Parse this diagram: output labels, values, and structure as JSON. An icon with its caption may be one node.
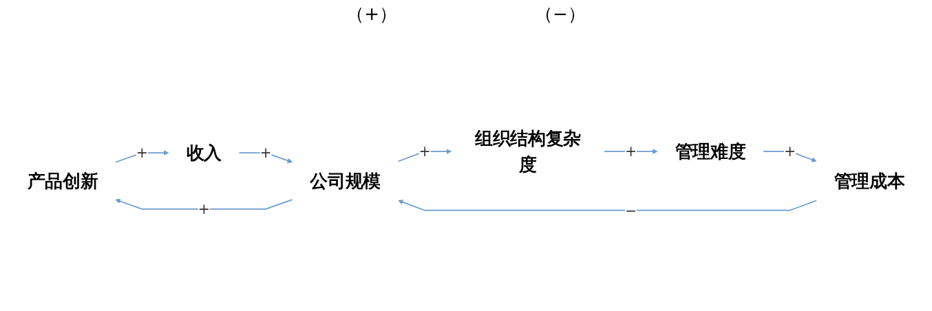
{
  "diagram": {
    "nodes": [
      {
        "text": [
          "产品创新"
        ]
      },
      {
        "text": [
          "收入"
        ]
      },
      {
        "text": [
          "公司规模"
        ]
      },
      {
        "text": [
          "组织结构复杂度"
        ]
      },
      {
        "text": [
          "管理难度"
        ]
      },
      {
        "text": [
          "管理成本"
        ]
      }
    ],
    "edges": [
      {
        "from": 0,
        "to": 1,
        "arrow": "to",
        "label": "+"
      },
      {
        "from": 1,
        "to": 2,
        "arrow": "to",
        "label": "+"
      },
      {
        "from": 2,
        "to": 0,
        "arrow": "to",
        "label": "+"
      },
      {
        "from": 2,
        "to": 3,
        "arrow": "to",
        "label": "+"
      },
      {
        "from": 3,
        "to": 4,
        "arrow": "to",
        "label": "+"
      },
      {
        "from": 4,
        "to": 5,
        "arrow": "to",
        "label": "+"
      },
      {
        "from": 5,
        "to": 2,
        "arrow": "to",
        "label": "−"
      }
    ],
    "labels": [
      "（+）",
      "（−）"
    ]
  }
}
